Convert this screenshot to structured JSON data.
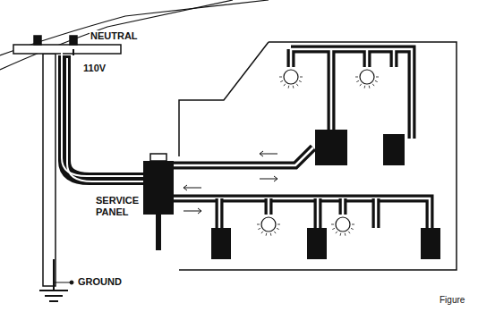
{
  "diagram": {
    "labels": [
      "NEUTRAL",
      "110V",
      "SERVICE PANEL",
      "GROUND",
      "Figure"
    ]
  }
}
